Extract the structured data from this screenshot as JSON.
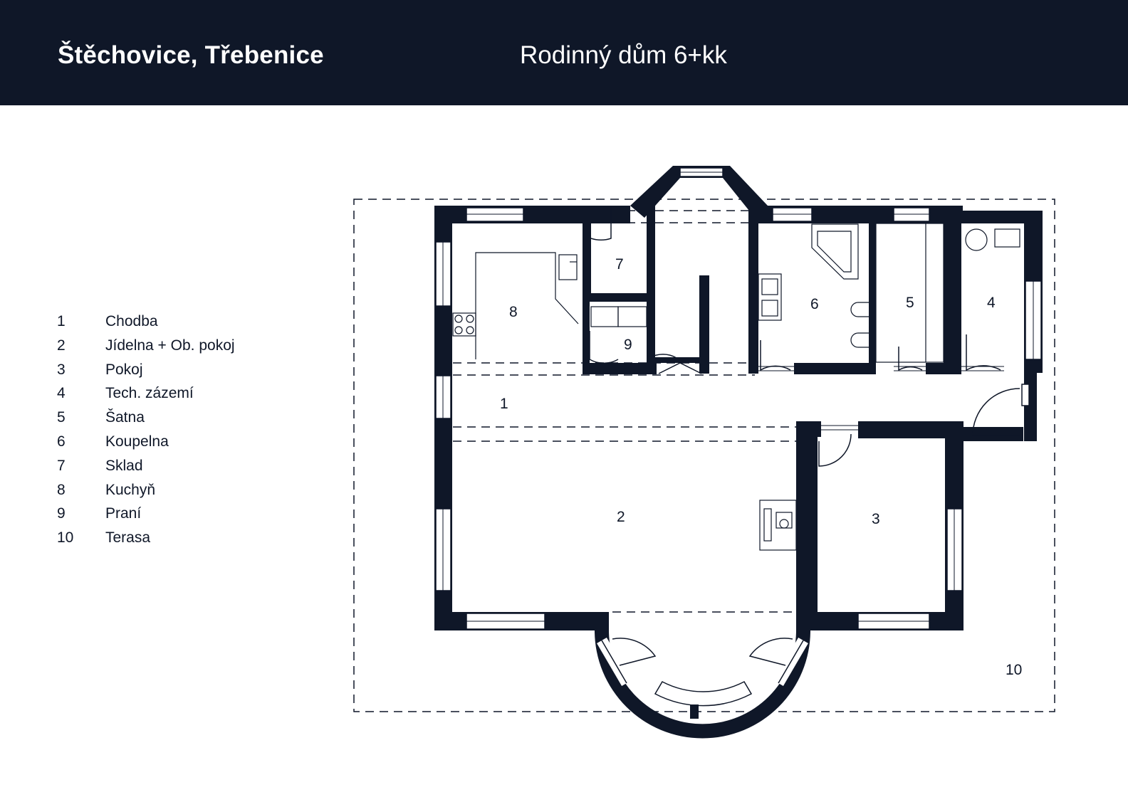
{
  "header": {
    "location": "Štěchovice, Třebenice",
    "title": "Rodinný dům 6+kk"
  },
  "legend": [
    {
      "num": "1",
      "name": "Chodba"
    },
    {
      "num": "2",
      "name": "Jídelna + Ob. pokoj"
    },
    {
      "num": "3",
      "name": "Pokoj"
    },
    {
      "num": "4",
      "name": "Tech. zázemí"
    },
    {
      "num": "5",
      "name": "Šatna"
    },
    {
      "num": "6",
      "name": "Koupelna"
    },
    {
      "num": "7",
      "name": "Sklad"
    },
    {
      "num": "8",
      "name": "Kuchyň"
    },
    {
      "num": "9",
      "name": "Praní"
    },
    {
      "num": "10",
      "name": "Terasa"
    }
  ],
  "rooms": [
    "1",
    "2",
    "3",
    "4",
    "5",
    "6",
    "7",
    "8",
    "9",
    "10"
  ],
  "colors": {
    "navy": "#0f1728",
    "white": "#ffffff"
  }
}
